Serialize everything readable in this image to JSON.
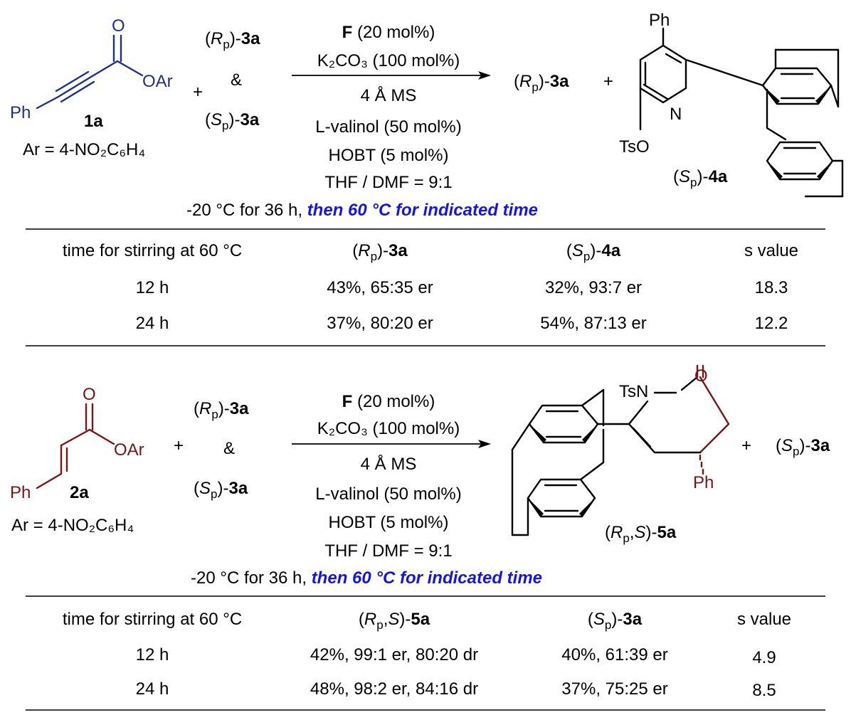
{
  "scheme1": {
    "reactant": {
      "o": "O",
      "oar": "OAr",
      "ph": "Ph",
      "label": "1a",
      "ar_def": "Ar = 4-NO₂C₆H₄"
    },
    "plus": "+",
    "racemate": {
      "top_r": "R",
      "top_sub": "p",
      "top_cmp": "3a",
      "amp": "&",
      "bot_s": "S",
      "bot_sub": "p",
      "bot_cmp": "3a"
    },
    "conditions": {
      "cat": "F",
      "cat_load": " (20 mol%)",
      "base": "K₂CO₃ (100 mol%)",
      "ms": "4 Å MS",
      "valinol": "L-valinol (50 mol%)",
      "hobt": "HOBT (5 mol%)",
      "solvent": "THF / DMF = 9:1",
      "temp": "-20 °C for 36 h, ",
      "temp_highlight": "then 60 °C for indicated time"
    },
    "product_left": {
      "r": "R",
      "sub": "p",
      "cmp": "3a"
    },
    "product_plus": "+",
    "product_right": {
      "ph": "Ph",
      "n": "N",
      "ots": "TsO",
      "s": "S",
      "sub": "p",
      "cmp": "4a"
    },
    "table": {
      "headers": [
        "time for stirring at 60 °C",
        "(Rp)-3a",
        "(Sp)-4a",
        "s value"
      ],
      "rows": [
        [
          "12 h",
          "43%, 65:35 er",
          "32%, 93:7 er",
          "18.3"
        ],
        [
          "24 h",
          "37%, 80:20 er",
          "54%, 87:13 er",
          "12.2"
        ]
      ]
    }
  },
  "scheme2": {
    "reactant": {
      "o": "O",
      "oar": "OAr",
      "ph": "Ph",
      "label": "2a",
      "ar_def": "Ar = 4-NO₂C₆H₄"
    },
    "plus": "+",
    "racemate": {
      "top_r": "R",
      "top_sub": "p",
      "top_cmp": "3a",
      "amp": "&",
      "bot_s": "S",
      "bot_sub": "p",
      "bot_cmp": "3a"
    },
    "conditions": {
      "cat": "F",
      "cat_load": " (20 mol%)",
      "base": "K₂CO₃ (100 mol%)",
      "ms": "4 Å MS",
      "valinol": "L-valinol (50 mol%)",
      "hobt": "HOBT (5 mol%)",
      "solvent": "THF / DMF = 9:1",
      "temp": "-20 °C for 36 h, ",
      "temp_highlight": "then 60 °C for indicated time"
    },
    "product": {
      "o": "O",
      "tsn": "TsN",
      "ph": "Ph",
      "label_r": "R",
      "label_sub": "p",
      "label_s": "S",
      "cmp": "5a"
    },
    "product_plus": "+",
    "product_right": {
      "s": "S",
      "sub": "p",
      "cmp": "3a"
    },
    "table": {
      "headers": [
        "time for stirring at 60 °C",
        "(Rp,S)-5a",
        "(Sp)-3a",
        "s value"
      ],
      "rows": [
        [
          "12 h",
          "42%, 99:1 er, 80:20 dr",
          "40%, 61:39 er",
          "4.9"
        ],
        [
          "24 h",
          "48%, 98:2 er, 84:16 dr",
          "37%, 75:25 er",
          "8.5"
        ]
      ]
    }
  }
}
